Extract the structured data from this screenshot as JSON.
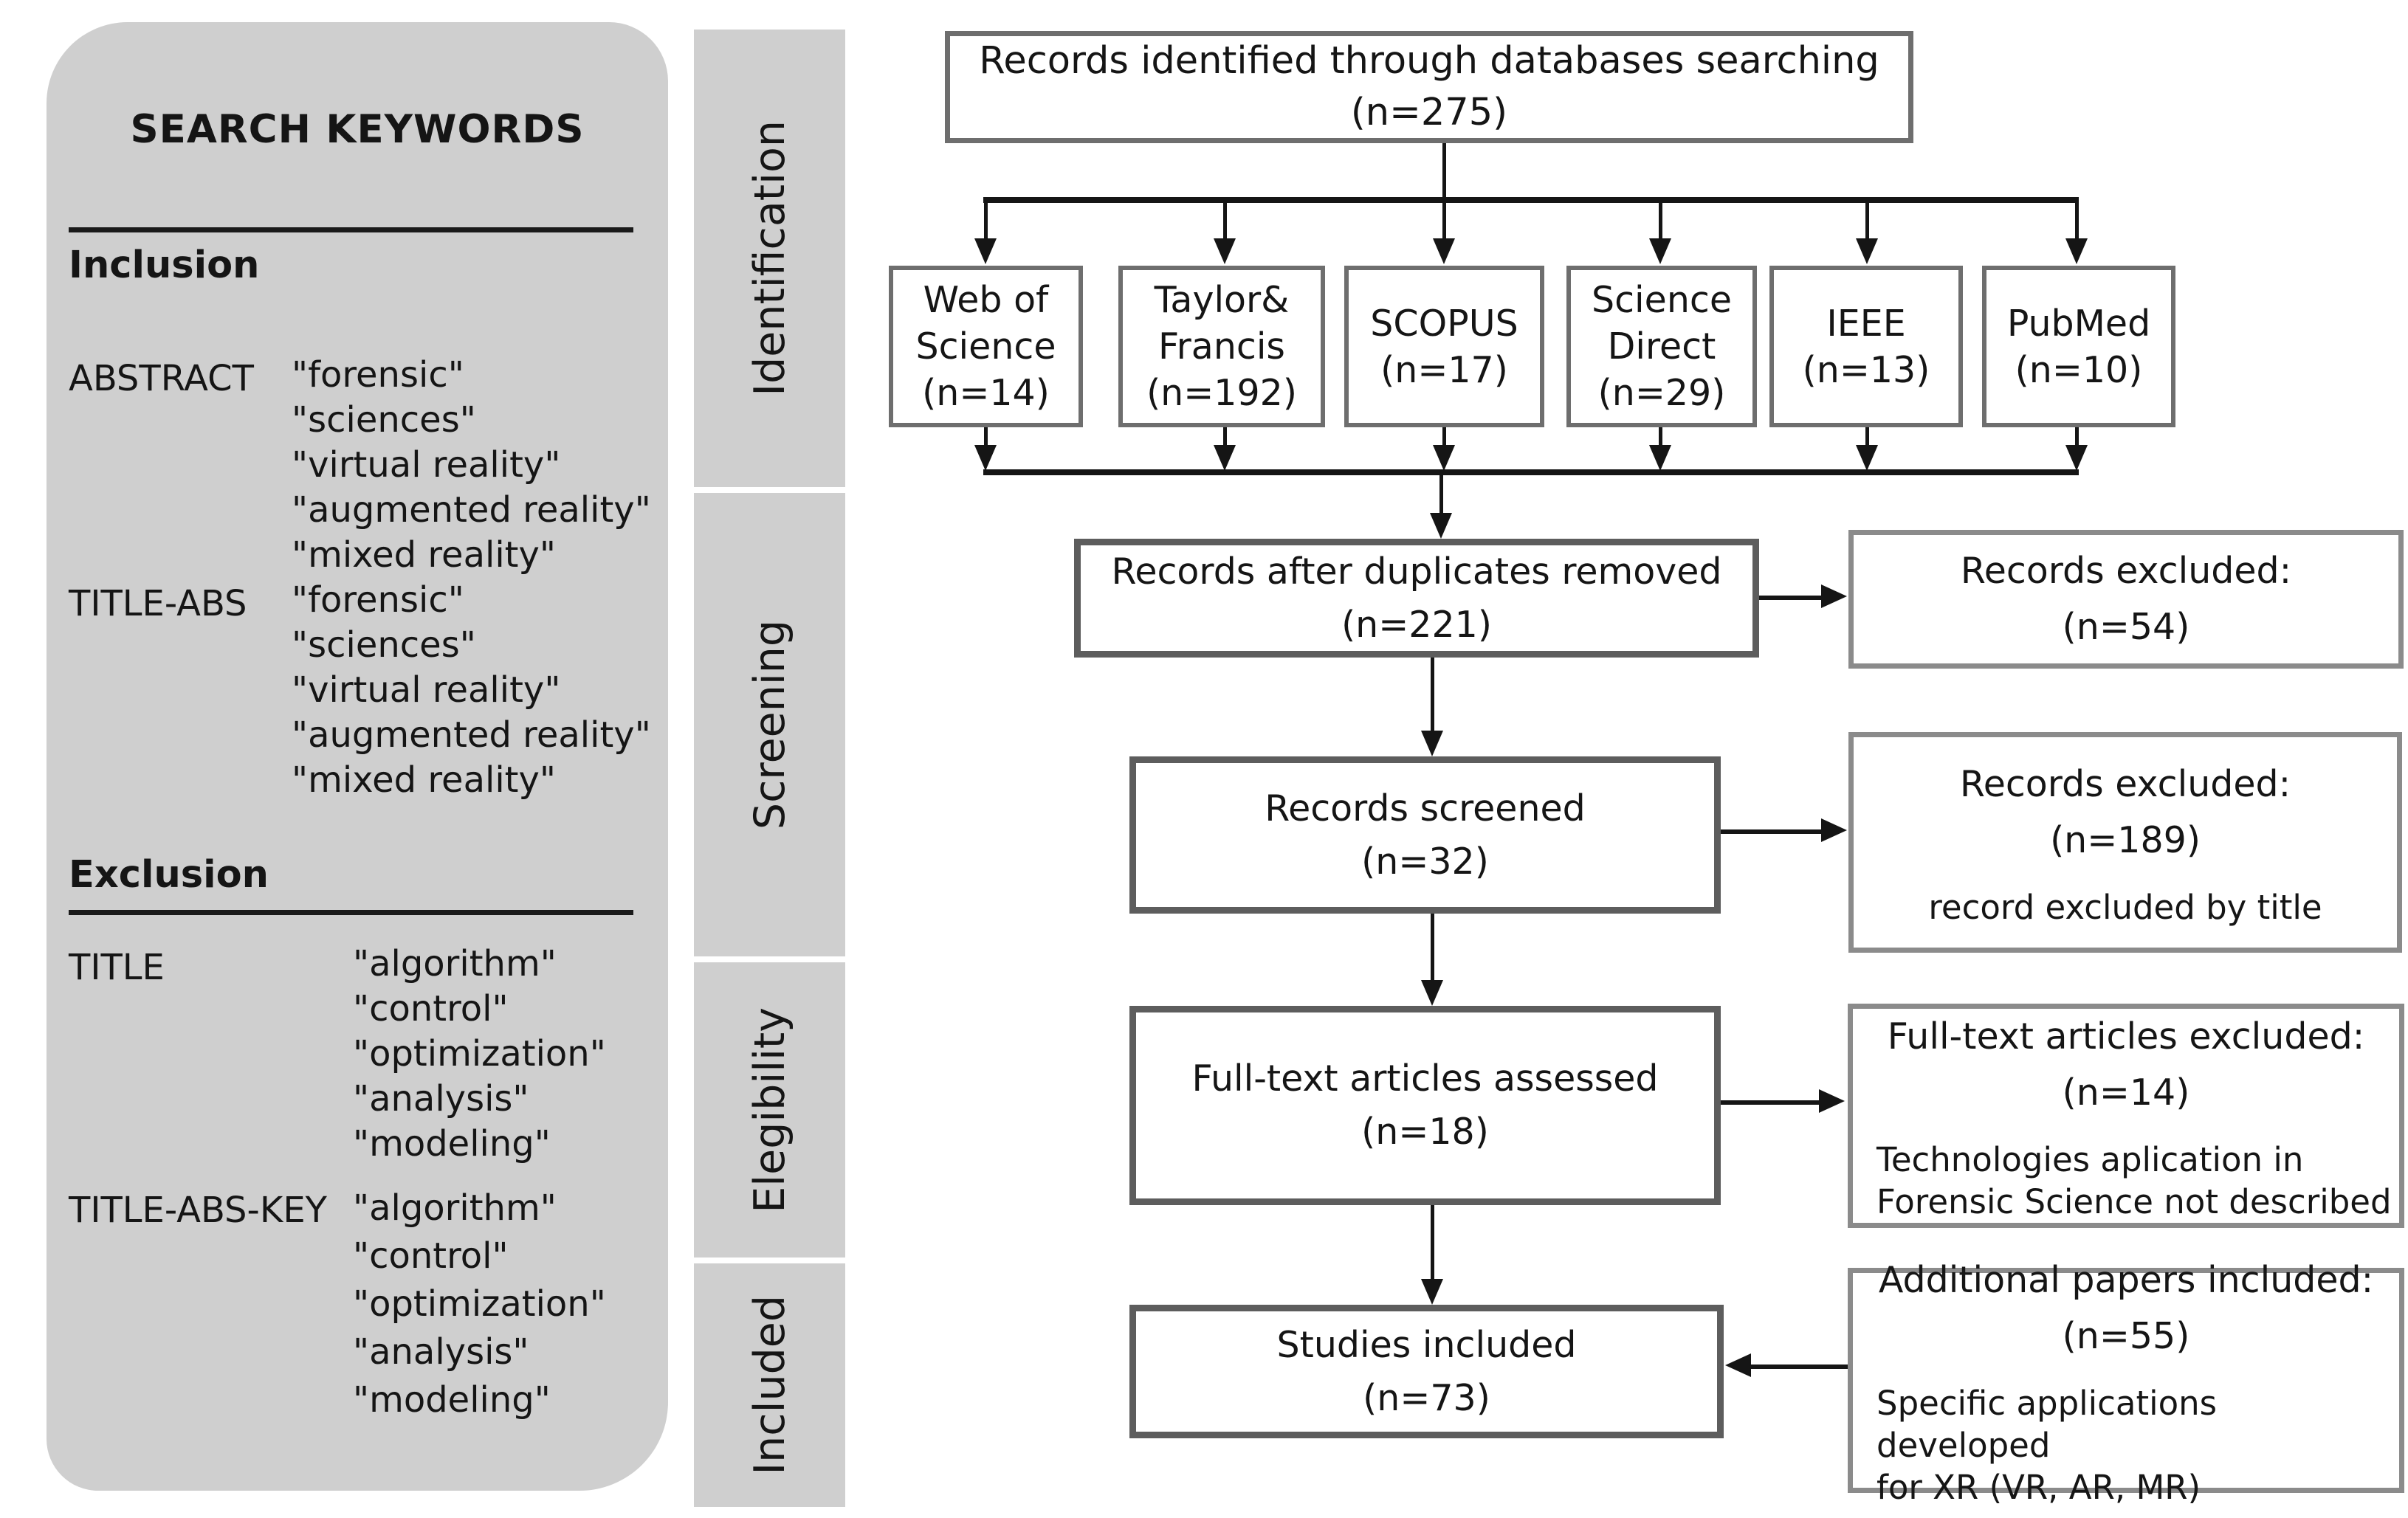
{
  "left_panel": {
    "title": "SEARCH KEYWORDS",
    "inclusion": {
      "heading": "Inclusion",
      "rows": [
        {
          "label": "ABSTRACT",
          "keywords": [
            "\"forensic\"",
            "\"sciences\"",
            "\"virtual reality\"",
            "\"augmented reality\"",
            "\"mixed reality\""
          ]
        },
        {
          "label": "TITLE-ABS",
          "keywords": [
            "\"forensic\"",
            "\"sciences\"",
            "\"virtual reality\"",
            "\"augmented reality\"",
            "\"mixed reality\""
          ]
        }
      ]
    },
    "exclusion": {
      "heading": "Exclusion",
      "rows": [
        {
          "label": "TITLE",
          "keywords": [
            "\"algorithm\"",
            "\"control\"",
            "\"optimization\"",
            "\"analysis\"",
            "\"modeling\""
          ]
        },
        {
          "label": "TITLE-ABS-KEY",
          "keywords": [
            "\"algorithm\"",
            "\"control\"",
            "\"optimization\"",
            "\"analysis\"",
            "\"modeling\""
          ]
        }
      ]
    }
  },
  "stages": [
    {
      "label": "Identification"
    },
    {
      "label": "Screening"
    },
    {
      "label": "Elegibility"
    },
    {
      "label": "Included"
    }
  ],
  "flow": {
    "top_box": {
      "line1": "Records identified through databases searching",
      "line2": "(n=275)"
    },
    "databases": [
      {
        "name": "Web of Science",
        "count": "(n=14)"
      },
      {
        "name": "Taylor& Francis",
        "count": "(n=192)"
      },
      {
        "name": "SCOPUS",
        "count": "(n=17)"
      },
      {
        "name": "Science Direct",
        "count": "(n=29)"
      },
      {
        "name": "IEEE",
        "count": "(n=13)"
      },
      {
        "name": "PubMed",
        "count": "(n=10)"
      }
    ],
    "main_boxes": [
      {
        "line1": "Records after duplicates removed",
        "line2": "(n=221)"
      },
      {
        "line1": "Records screened",
        "line2": "(n=32)"
      },
      {
        "line1": "Full-text articles assessed",
        "line2": "(n=18)"
      },
      {
        "line1": "Studies included",
        "line2": "(n=73)"
      }
    ],
    "side_boxes": [
      {
        "line1": "Records excluded:",
        "line2": "(n=54)",
        "note_lines": []
      },
      {
        "line1": "Records excluded:",
        "line2": "(n=189)",
        "note_lines": [
          "record excluded by title"
        ]
      },
      {
        "line1": "Full-text articles excluded:",
        "line2": "(n=14)",
        "note_lines": [
          "Technologies aplication in",
          "Forensic Science not  described"
        ]
      },
      {
        "line1": "Additional papers included:",
        "line2": "(n=55)",
        "note_lines": [
          "Specific applications developed",
          "for XR (VR, AR, MR)"
        ]
      }
    ]
  },
  "colors": {
    "panel_gray": "#cfcfcf",
    "box_border": "#6e6e6e",
    "main_box_border": "#5d5d5d",
    "side_box_border": "#8b8b8b",
    "line": "#151515"
  }
}
